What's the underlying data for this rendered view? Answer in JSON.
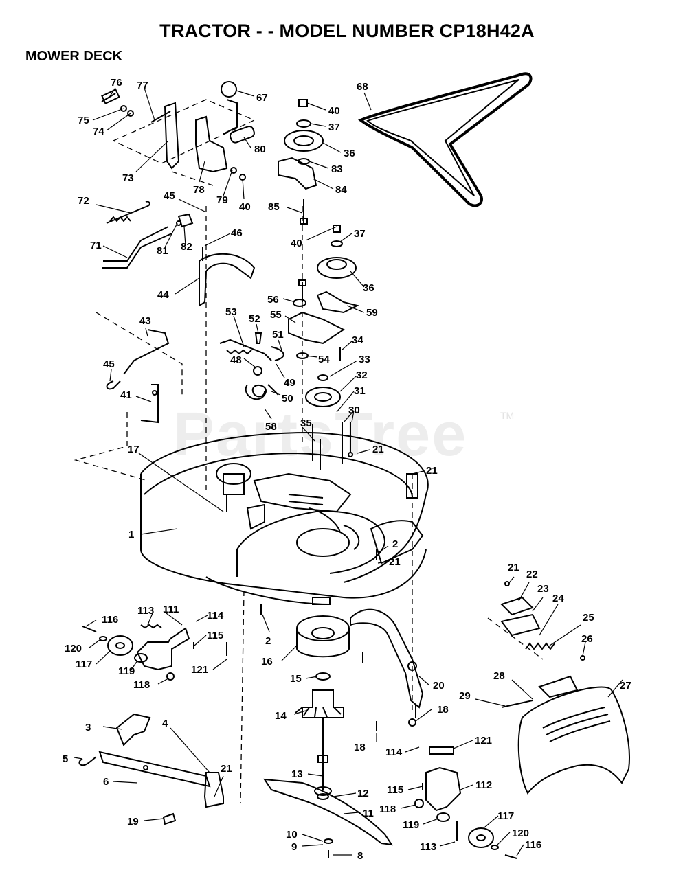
{
  "header": {
    "title": "TRACTOR - - MODEL NUMBER CP18H42A",
    "section": "MOWER DECK"
  },
  "watermark": {
    "text": "PartsTree",
    "mark": "TM"
  },
  "callouts": [
    {
      "id": "c76",
      "label": "76"
    },
    {
      "id": "c77",
      "label": "77"
    },
    {
      "id": "c75",
      "label": "75"
    },
    {
      "id": "c74",
      "label": "74"
    },
    {
      "id": "c73",
      "label": "73"
    },
    {
      "id": "c78",
      "label": "78"
    },
    {
      "id": "c79",
      "label": "79"
    },
    {
      "id": "c40a",
      "label": "40"
    },
    {
      "id": "c80",
      "label": "80"
    },
    {
      "id": "c67",
      "label": "67"
    },
    {
      "id": "c40b",
      "label": "40"
    },
    {
      "id": "c37a",
      "label": "37"
    },
    {
      "id": "c36a",
      "label": "36"
    },
    {
      "id": "c83",
      "label": "83"
    },
    {
      "id": "c84",
      "label": "84"
    },
    {
      "id": "c85",
      "label": "85"
    },
    {
      "id": "c68",
      "label": "68"
    },
    {
      "id": "c72",
      "label": "72"
    },
    {
      "id": "c45a",
      "label": "45"
    },
    {
      "id": "c81",
      "label": "81"
    },
    {
      "id": "c82",
      "label": "82"
    },
    {
      "id": "c46",
      "label": "46"
    },
    {
      "id": "c71",
      "label": "71"
    },
    {
      "id": "c44",
      "label": "44"
    },
    {
      "id": "c40c",
      "label": "40"
    },
    {
      "id": "c37b",
      "label": "37"
    },
    {
      "id": "c36b",
      "label": "36"
    },
    {
      "id": "c56",
      "label": "56"
    },
    {
      "id": "c55",
      "label": "55"
    },
    {
      "id": "c59",
      "label": "59"
    },
    {
      "id": "c53",
      "label": "53"
    },
    {
      "id": "c52",
      "label": "52"
    },
    {
      "id": "c51",
      "label": "51"
    },
    {
      "id": "c34",
      "label": "34"
    },
    {
      "id": "c48",
      "label": "48"
    },
    {
      "id": "c54",
      "label": "54"
    },
    {
      "id": "c33",
      "label": "33"
    },
    {
      "id": "c49",
      "label": "49"
    },
    {
      "id": "c32",
      "label": "32"
    },
    {
      "id": "c50",
      "label": "50"
    },
    {
      "id": "c31",
      "label": "31"
    },
    {
      "id": "c30",
      "label": "30"
    },
    {
      "id": "c58",
      "label": "58"
    },
    {
      "id": "c35",
      "label": "35"
    },
    {
      "id": "c43",
      "label": "43"
    },
    {
      "id": "c45b",
      "label": "45"
    },
    {
      "id": "c41",
      "label": "41"
    },
    {
      "id": "c17",
      "label": "17"
    },
    {
      "id": "c21a",
      "label": "21"
    },
    {
      "id": "c21b",
      "label": "21"
    },
    {
      "id": "c1",
      "label": "1"
    },
    {
      "id": "c2a",
      "label": "2"
    },
    {
      "id": "c21c",
      "label": "21"
    },
    {
      "id": "c21d",
      "label": "21"
    },
    {
      "id": "c22",
      "label": "22"
    },
    {
      "id": "c23",
      "label": "23"
    },
    {
      "id": "c24",
      "label": "24"
    },
    {
      "id": "c25",
      "label": "25"
    },
    {
      "id": "c26",
      "label": "26"
    },
    {
      "id": "c27",
      "label": "27"
    },
    {
      "id": "c28",
      "label": "28"
    },
    {
      "id": "c29",
      "label": "29"
    },
    {
      "id": "c113a",
      "label": "113"
    },
    {
      "id": "c111",
      "label": "111"
    },
    {
      "id": "c114a",
      "label": "114"
    },
    {
      "id": "c116a",
      "label": "116"
    },
    {
      "id": "c115a",
      "label": "115"
    },
    {
      "id": "c120a",
      "label": "120"
    },
    {
      "id": "c117a",
      "label": "117"
    },
    {
      "id": "c119a",
      "label": "119"
    },
    {
      "id": "c121a",
      "label": "121"
    },
    {
      "id": "c118a",
      "label": "118"
    },
    {
      "id": "c2b",
      "label": "2"
    },
    {
      "id": "c16",
      "label": "16"
    },
    {
      "id": "c15",
      "label": "15"
    },
    {
      "id": "c20",
      "label": "20"
    },
    {
      "id": "c14",
      "label": "14"
    },
    {
      "id": "c18a",
      "label": "18"
    },
    {
      "id": "c18b",
      "label": "18"
    },
    {
      "id": "c3",
      "label": "3"
    },
    {
      "id": "c4",
      "label": "4"
    },
    {
      "id": "c5",
      "label": "5"
    },
    {
      "id": "c6",
      "label": "6"
    },
    {
      "id": "c21e",
      "label": "21"
    },
    {
      "id": "c19",
      "label": "19"
    },
    {
      "id": "c114b",
      "label": "114"
    },
    {
      "id": "c121b",
      "label": "121"
    },
    {
      "id": "c13",
      "label": "13"
    },
    {
      "id": "c12",
      "label": "12"
    },
    {
      "id": "c11",
      "label": "11"
    },
    {
      "id": "c115b",
      "label": "115"
    },
    {
      "id": "c112",
      "label": "112"
    },
    {
      "id": "c118b",
      "label": "118"
    },
    {
      "id": "c117b",
      "label": "117"
    },
    {
      "id": "c119b",
      "label": "119"
    },
    {
      "id": "c10",
      "label": "10"
    },
    {
      "id": "c9",
      "label": "9"
    },
    {
      "id": "c8",
      "label": "8"
    },
    {
      "id": "c120b",
      "label": "120"
    },
    {
      "id": "c113b",
      "label": "113"
    },
    {
      "id": "c116b",
      "label": "116"
    }
  ]
}
